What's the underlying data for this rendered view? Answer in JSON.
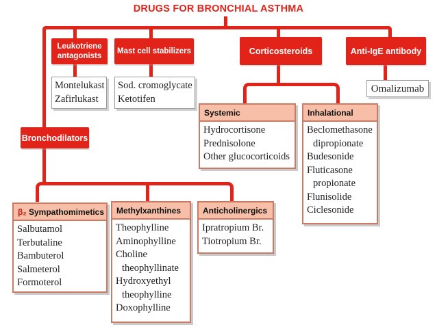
{
  "diagram": {
    "title": "DRUGS FOR BRONCHIAL ASTHMA",
    "colors": {
      "red": "#e2231a",
      "salmon_header": "#f7bfa7",
      "salmon_border": "#cd7a64",
      "list_text": "#222222"
    },
    "categories": {
      "leukotriene": {
        "label": "Leukotriene antagonists"
      },
      "mast": {
        "label": "Mast cell stabilizers"
      },
      "corticosteroids": {
        "label": "Corticosteroids"
      },
      "anti_ige": {
        "label": "Anti-IgE antibody"
      },
      "bronchodilators": {
        "label": "Bronchodilators"
      }
    },
    "lists": {
      "leukotriene_drugs": [
        "Montelukast",
        "Zafirlukast"
      ],
      "mast_drugs": [
        "Sod. cromoglycate",
        "Ketotifen"
      ],
      "anti_ige_drug": "Omalizumab",
      "systemic": {
        "label": "Systemic",
        "drugs": [
          "Hydrocortisone",
          "Prednisolone",
          "Other glucocorticoids"
        ]
      },
      "inhalational": {
        "label": "Inhalational",
        "drugs": [
          "Beclomethasone",
          "  dipropionate",
          "Budesonide",
          "Fluticasone",
          "  propionate",
          "Flunisolide",
          "Ciclesonide"
        ]
      },
      "beta2": {
        "label_prefix": "β₂",
        "label": " Sympathomimetics",
        "drugs": [
          "Salbutamol",
          "Terbutaline",
          "Bambuterol",
          "Salmeterol",
          "Formoterol"
        ]
      },
      "methylxanthines": {
        "label": "Methylxanthines",
        "drugs": [
          "Theophylline",
          "Aminophylline",
          "Choline",
          "  theophyllinate",
          "Hydroxyethyl",
          "  theophylline",
          "Doxophylline"
        ]
      },
      "anticholinergics": {
        "label": "Anticholinergics",
        "drugs": [
          "Ipratropium Br.",
          "Tiotropium Br."
        ]
      }
    }
  }
}
